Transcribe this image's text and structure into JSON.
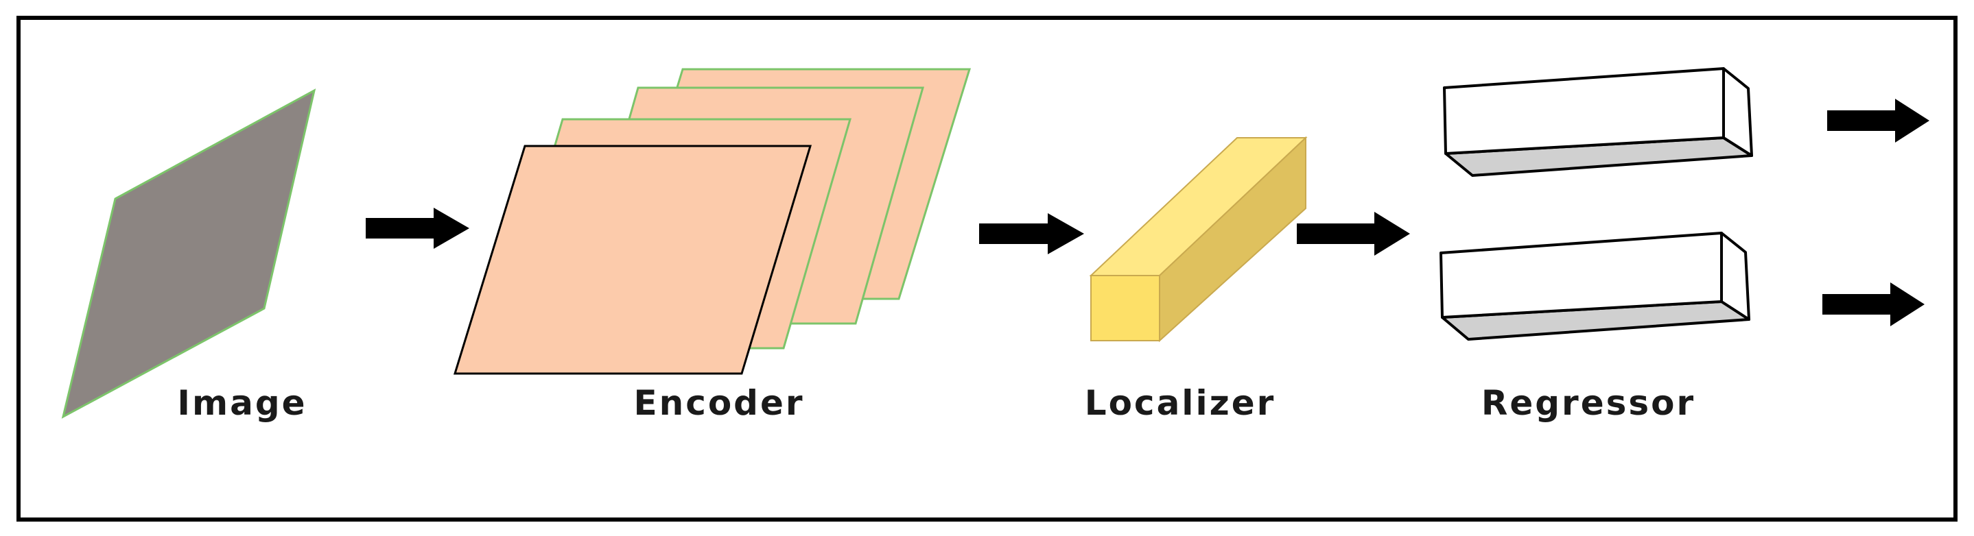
{
  "stages": [
    {
      "id": "image",
      "label": "Image"
    },
    {
      "id": "encoder",
      "label": "Encoder"
    },
    {
      "id": "localizer",
      "label": "Localizer"
    },
    {
      "id": "regressor",
      "label": "Regressor"
    }
  ],
  "colors": {
    "frame": "#000000",
    "image_fill": "#8c8582",
    "image_edge": "#7cc46a",
    "encoder_fill": "#fccbab",
    "encoder_edge": "#7cc46a",
    "encoder_front_edge": "#000000",
    "localizer_front": "#fde068",
    "localizer_top": "#ffe886",
    "localizer_side": "#dfc15e",
    "regressor_fill": "#ffffff",
    "regressor_shade": "#d0d0d0",
    "arrow": "#000000"
  },
  "icons": {
    "image": "parallelogram-shape",
    "encoder": "stacked-feature-maps",
    "localizer": "cuboid-bar",
    "regressor": "box-outline",
    "arrow": "right-arrow"
  }
}
